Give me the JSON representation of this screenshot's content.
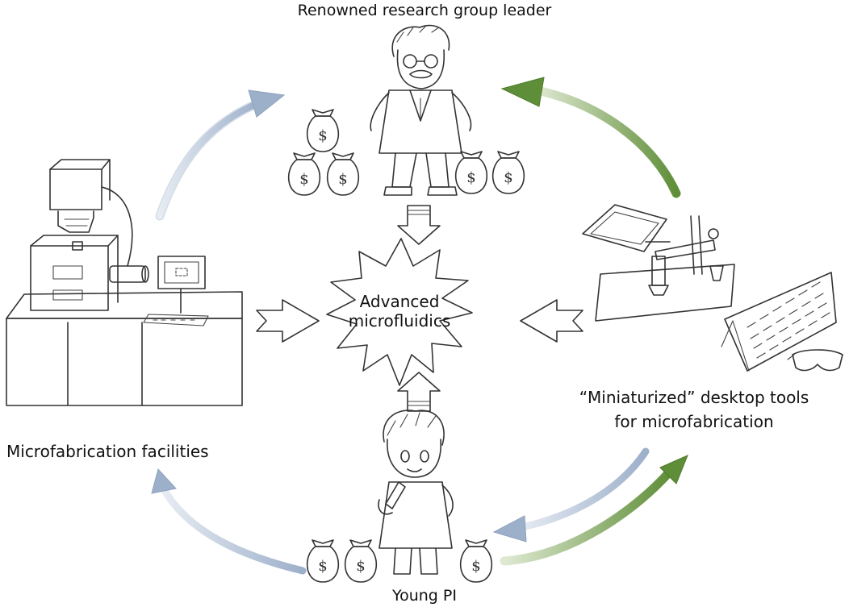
{
  "labels": {
    "top": "Renowned research group leader",
    "left": "Microfabrication facilities",
    "right_line1": "“Miniaturized” desktop tools",
    "right_line2": "for microfabrication",
    "bottom": "Young PI",
    "center_line1": "Advanced",
    "center_line2": "microfluidics",
    "money_symbol": "$"
  },
  "colors": {
    "blue_arrow": "#a9b8cf",
    "green_arrow": "#6f9a45",
    "ink": "#333333"
  },
  "icons": {
    "top_figure": "professor-figure-icon",
    "bottom_figure": "young-pi-figure-icon",
    "left_equipment": "microfabrication-machine-icon",
    "right_equipment": "desktop-microscope-icon",
    "money": "money-bag-icon"
  }
}
